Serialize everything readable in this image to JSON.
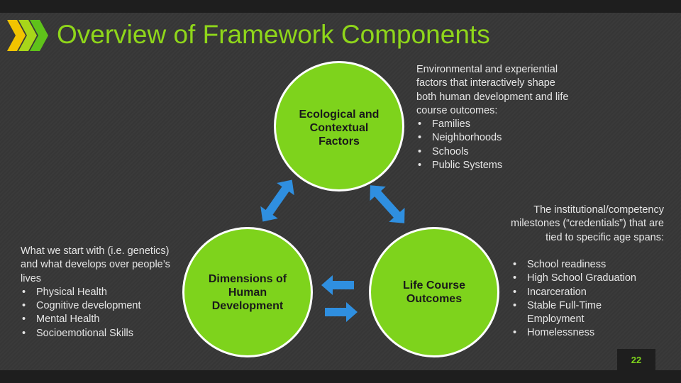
{
  "title": "Overview of Framework Components",
  "circles": {
    "ecological": "Ecological and\nContextual\nFactors",
    "dimensions": "Dimensions of\nHuman\nDevelopment",
    "life_course": "Life Course\nOutcomes"
  },
  "environmental": {
    "intro": "Environmental and experiential factors that interactively shape both human development and life course outcomes:",
    "items": [
      "Families",
      "Neighborhoods",
      "Schools",
      "Public Systems"
    ]
  },
  "start": {
    "intro": "What we start with (i.e. genetics) and what develops over people’s lives",
    "items": [
      "Physical Health",
      "Cognitive development",
      "Mental Health",
      "Socioemotional Skills"
    ]
  },
  "institutional": {
    "intro": "The institutional/competency milestones (“credentials”) that are tied to specific age spans:",
    "items": [
      "School readiness",
      "High School Graduation",
      "Incarceration",
      "Stable Full-Time Employment",
      "Homelessness"
    ]
  },
  "page_number": "22",
  "colors": {
    "accent_green": "#7ed31c",
    "title_green": "#8fd61a",
    "arrow_blue": "#2f8fe0",
    "chevron_yellow": "#f2c400"
  }
}
